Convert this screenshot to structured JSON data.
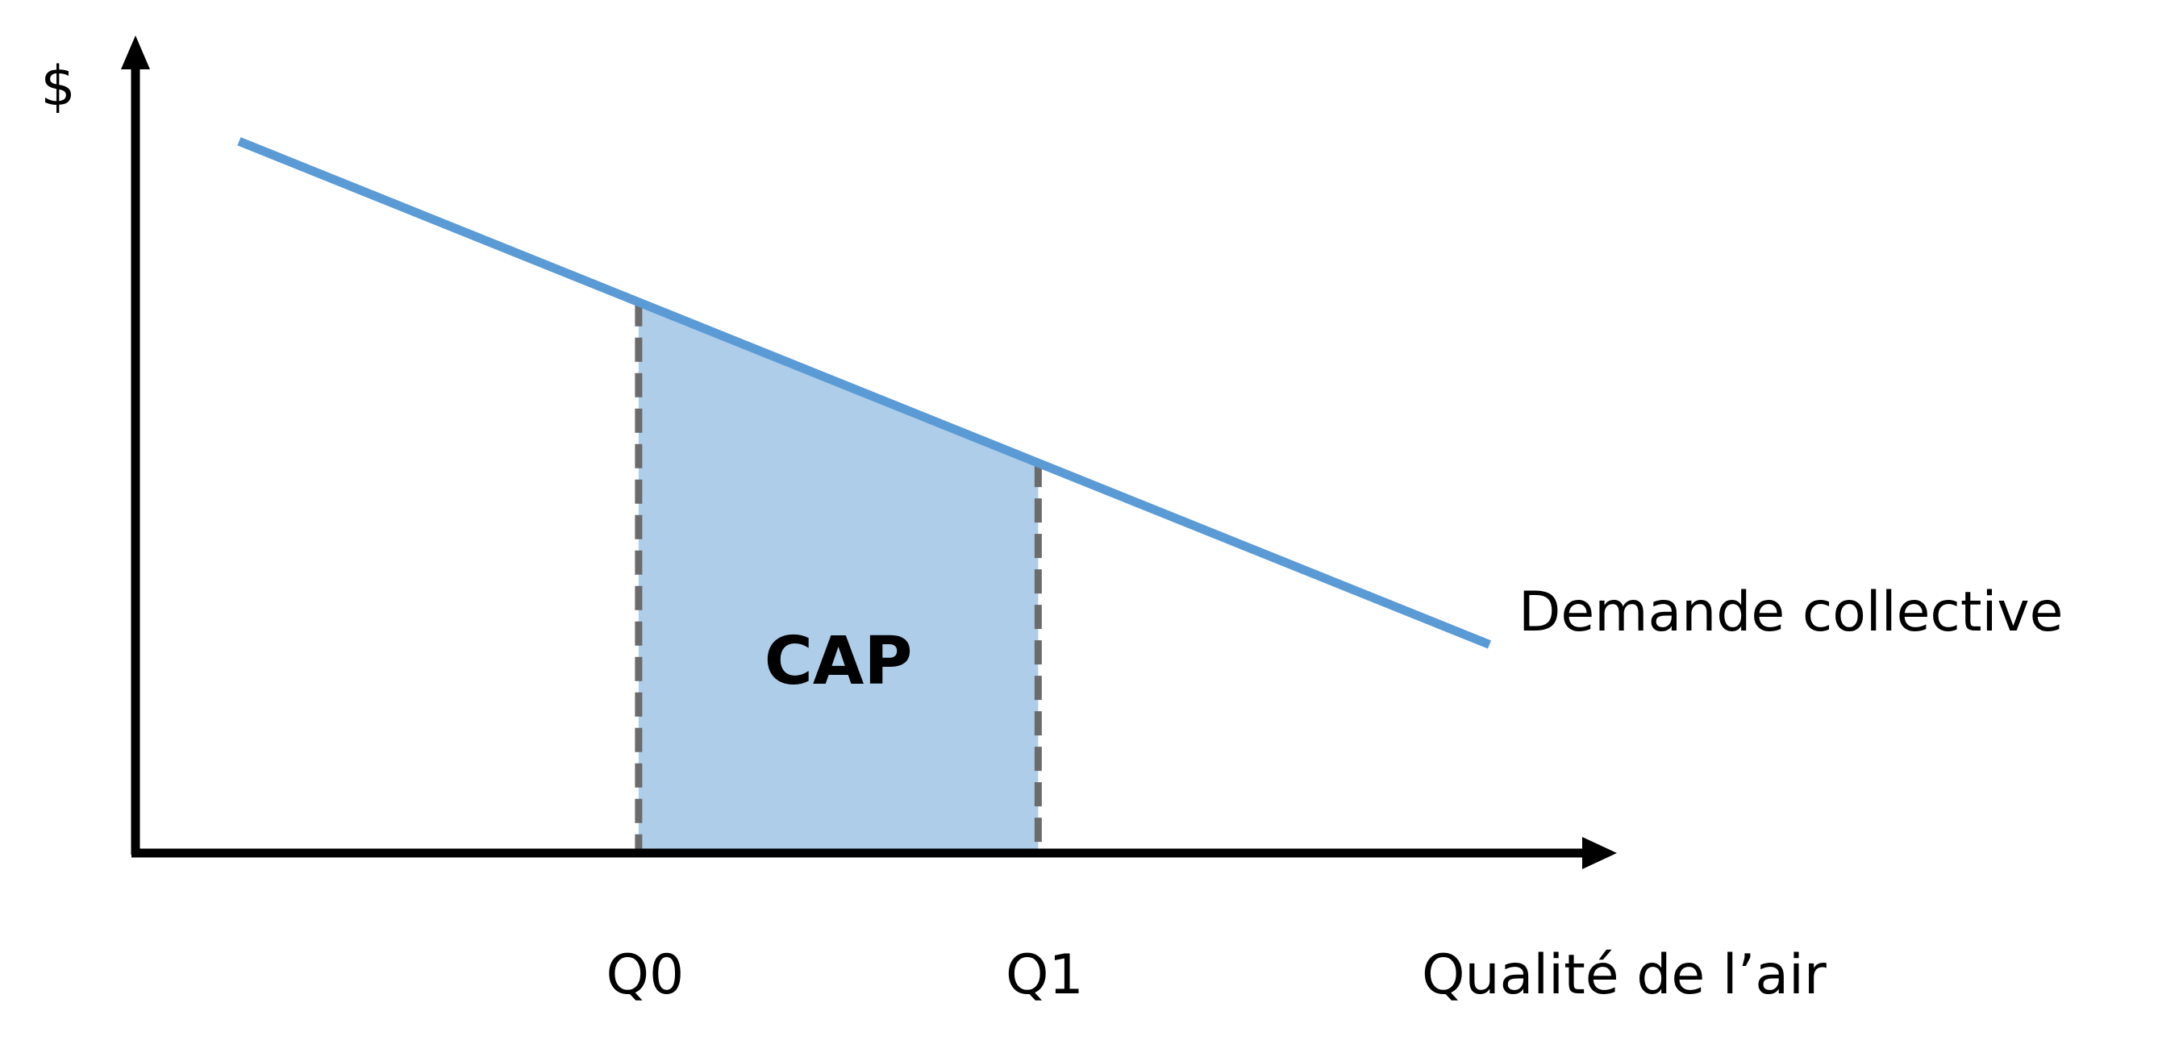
{
  "chart_data": {
    "type": "area",
    "title": "",
    "xlabel": "Qualité de l’air",
    "ylabel": "$",
    "xlim": [
      0,
      100
    ],
    "ylim": [
      0,
      100
    ],
    "grid": false,
    "x_ticks": [
      {
        "label": "Q0",
        "value": 34
      },
      {
        "label": "Q1",
        "value": 61
      }
    ],
    "series": [
      {
        "name": "Demande collective",
        "kind": "line",
        "color": "#5b9bd5",
        "points": [
          [
            7,
            87.4
          ],
          [
            91.5,
            25.6
          ]
        ]
      }
    ],
    "shaded_area": {
      "label": "CAP",
      "from_x": 34,
      "to_x": 61,
      "under": "Demande collective",
      "color": "#aecde9"
    },
    "annotations": {
      "line_label": "Demande collective",
      "area_label": "CAP"
    },
    "colors": {
      "axis": "#000000",
      "guide": "#6b6b6b"
    }
  }
}
